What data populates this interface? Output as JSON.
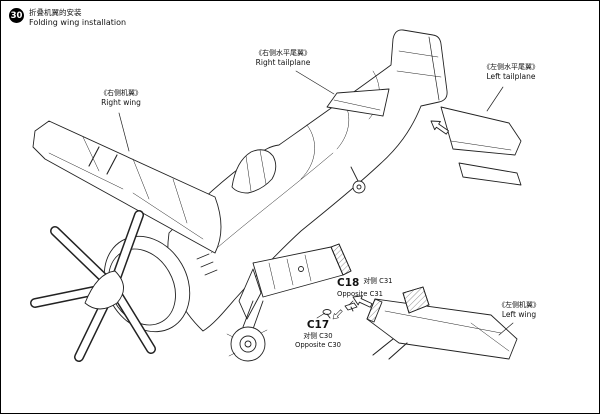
{
  "step": {
    "number": "30",
    "title_cn": "折叠机翼的安装",
    "title_en": "Folding wing installation"
  },
  "labels": {
    "right_tailplane": {
      "cn": "《右侧水平尾翼》",
      "en": "Right tailplane"
    },
    "left_tailplane": {
      "cn": "《左侧水平尾翼》",
      "en": "Left tailplane"
    },
    "right_wing": {
      "cn": "《右侧机翼》",
      "en": "Right wing"
    },
    "left_wing": {
      "cn": "《左侧机翼》",
      "en": "Left wing"
    }
  },
  "callouts": {
    "c18": {
      "part": "C18",
      "side_cn": "对侧 C31",
      "side_en": "Opposite C31"
    },
    "c17": {
      "part": "C17",
      "side_cn": "对侧 C30",
      "side_en": "Opposite C30"
    }
  },
  "colors": {
    "ink": "#1a1a1a",
    "paper": "#ffffff"
  }
}
